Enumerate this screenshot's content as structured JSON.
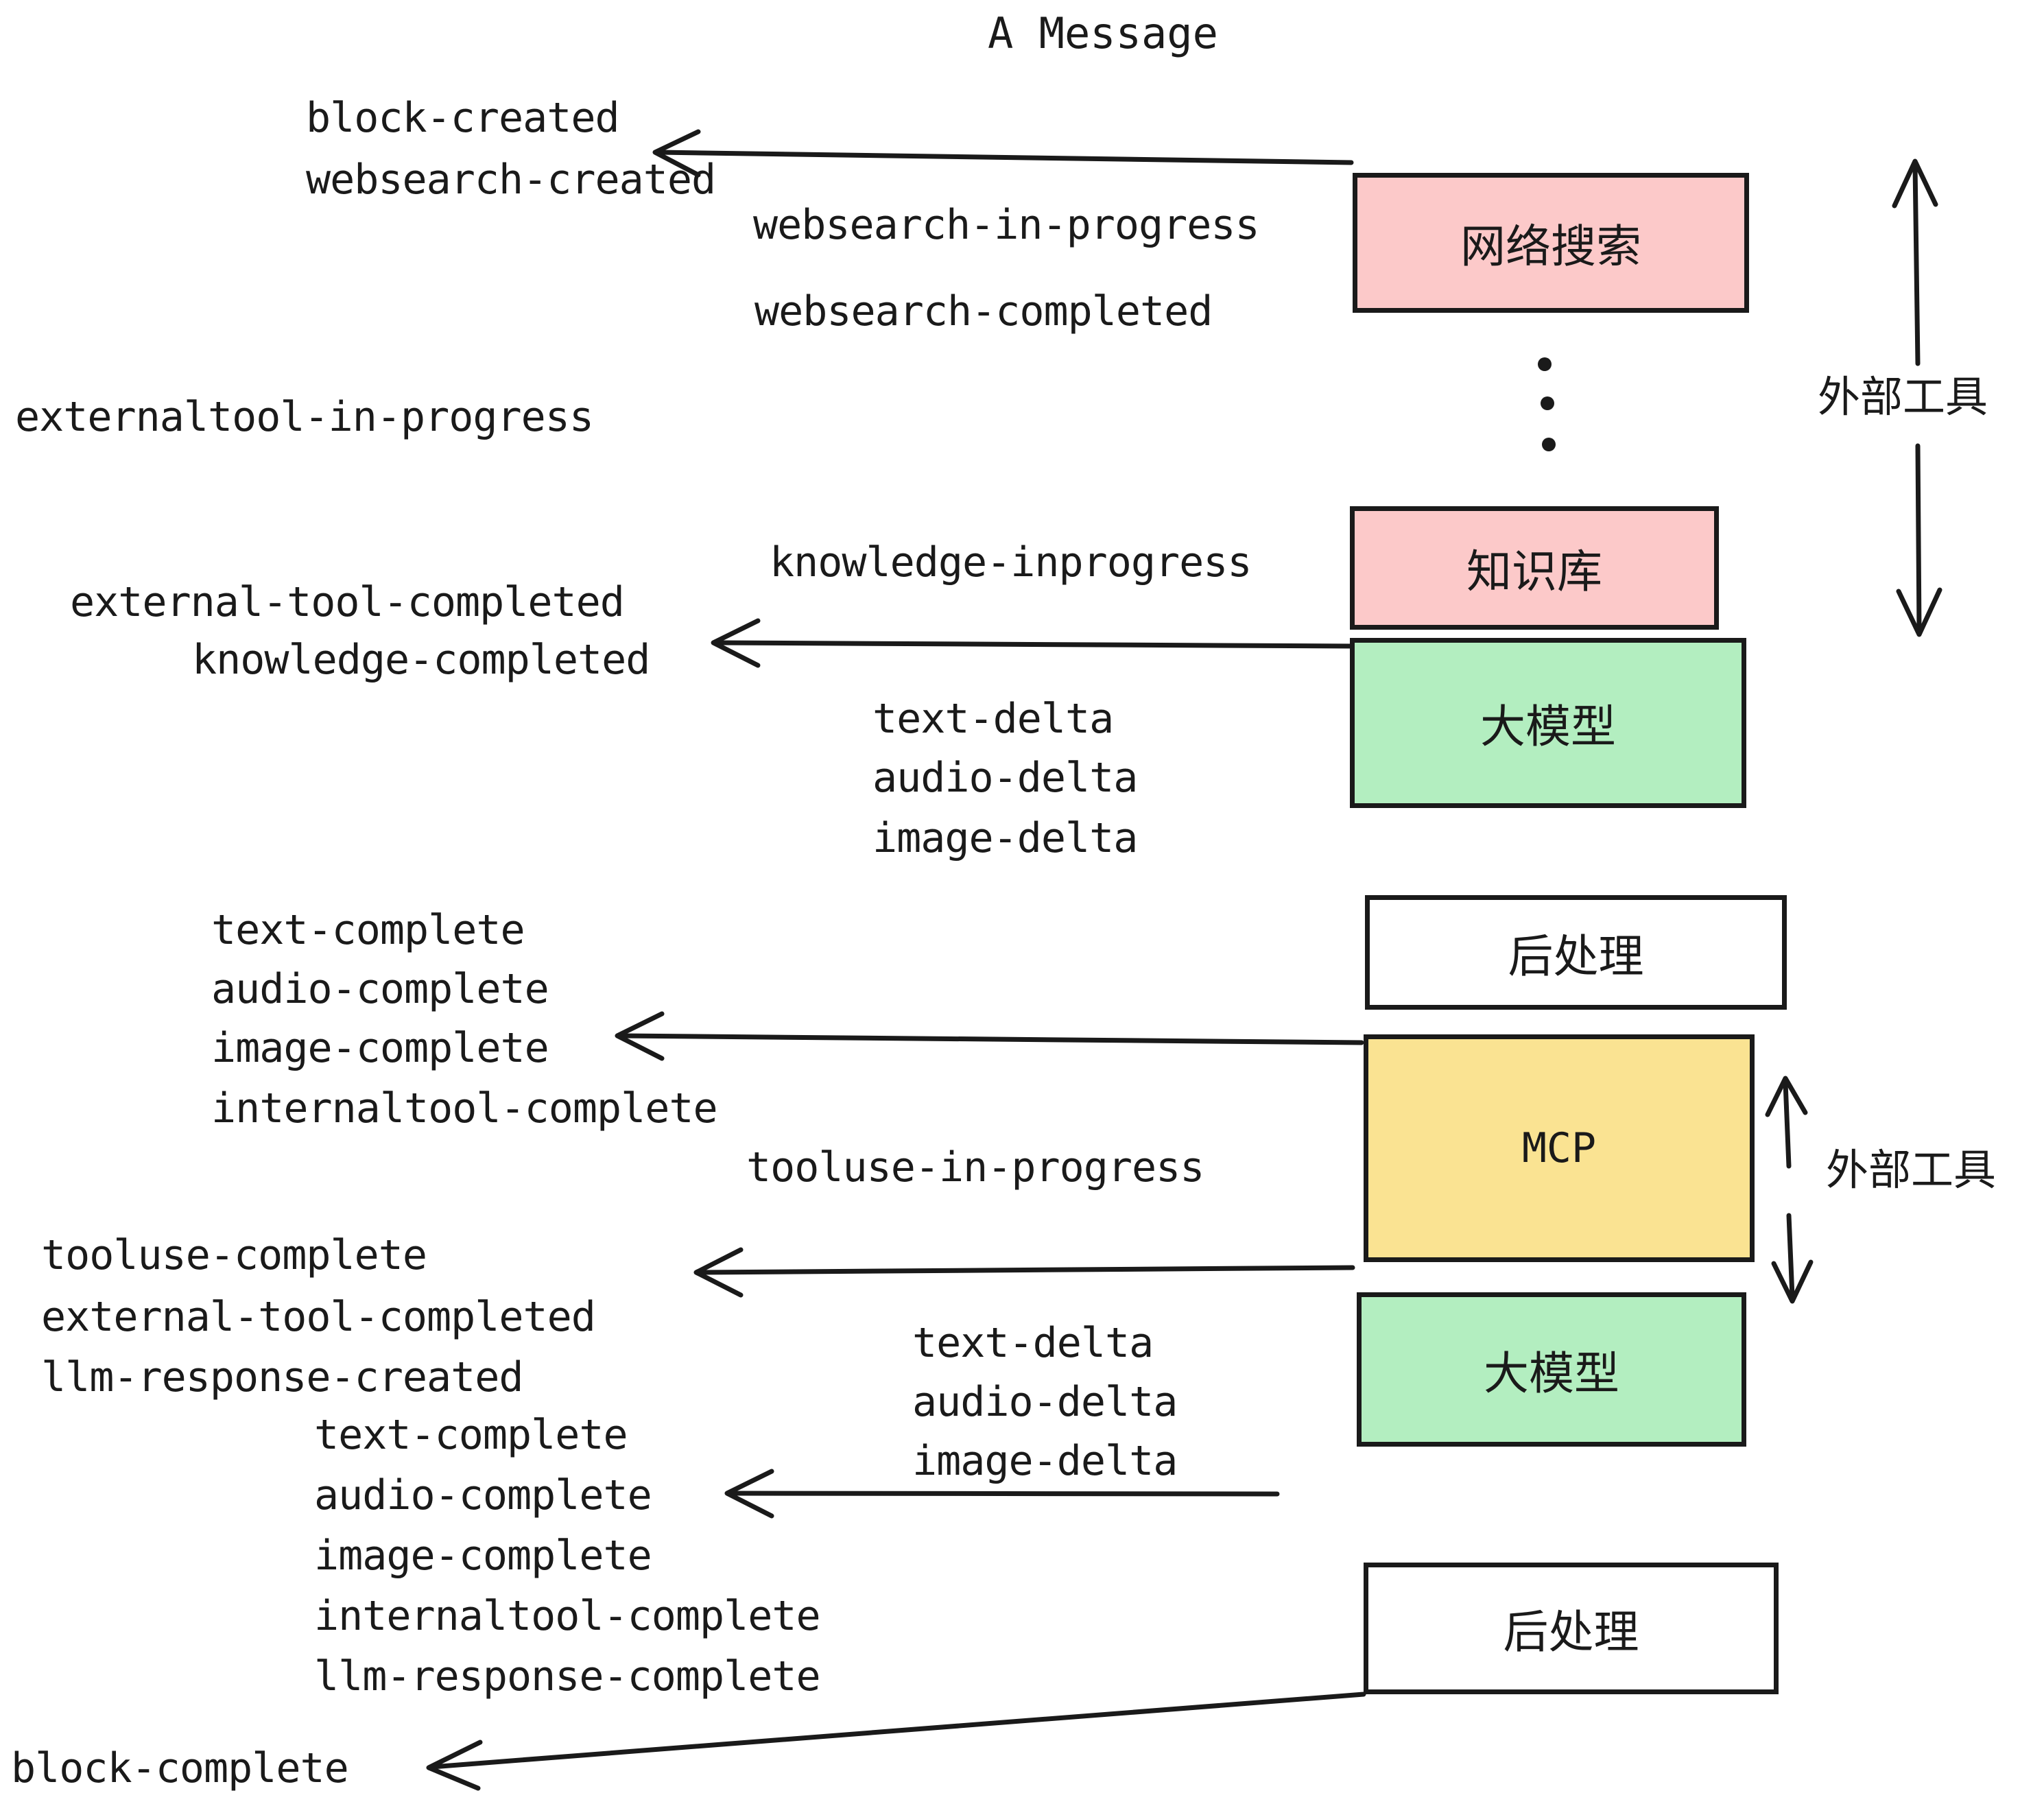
{
  "title": "A Message",
  "colors": {
    "pink": "#fcc9c9",
    "green": "#b3eec0",
    "yellow": "#fae392",
    "white": "#ffffff",
    "stroke": "#1a1a1a",
    "background": "#ffffff"
  },
  "boxes": {
    "websearch": "网络搜索",
    "knowledge": "知识库",
    "llm_1": "大模型",
    "postprocess_1": "后处理",
    "mcp": "MCP",
    "llm_2": "大模型",
    "postprocess_2": "后处理"
  },
  "side_labels": {
    "external_tools_top": "外部工具",
    "external_tools_bottom": "外部工具"
  },
  "events": {
    "block_created": "block-created",
    "websearch_created": "websearch-created",
    "websearch_in_progress": "websearch-in-progress",
    "websearch_completed": "websearch-completed",
    "externaltool_in_progress": "externaltool-in-progress",
    "knowledge_inprogress": "knowledge-inprogress",
    "external_tool_completed_1": "external-tool-completed",
    "knowledge_completed": "knowledge-completed",
    "text_delta_1": "text-delta",
    "audio_delta_1": "audio-delta",
    "image_delta_1": "image-delta",
    "text_complete_1": "text-complete",
    "audio_complete_1": "audio-complete",
    "image_complete_1": "image-complete",
    "internaltool_complete_1": "internaltool-complete",
    "tooluse_in_progress": "tooluse-in-progress",
    "tooluse_complete": "tooluse-complete",
    "external_tool_completed_2": "external-tool-completed",
    "llm_response_created": "llm-response-created",
    "text_delta_2": "text-delta",
    "audio_delta_2": "audio-delta",
    "image_delta_2": "image-delta",
    "text_complete_2": "text-complete",
    "audio_complete_2": "audio-complete",
    "image_complete_2": "image-complete",
    "internaltool_complete_2": "internaltool-complete",
    "llm_response_complete": "llm-response-complete",
    "block_complete": "block-complete"
  }
}
